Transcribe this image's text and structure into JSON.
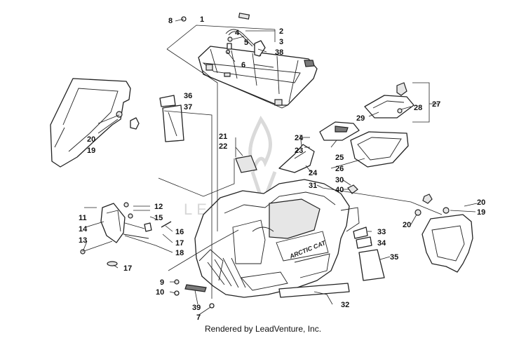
{
  "callouts": [
    "1",
    "2",
    "3",
    "4",
    "5",
    "6",
    "7",
    "8",
    "9",
    "10",
    "11",
    "12",
    "13",
    "14",
    "15",
    "16",
    "17",
    "18",
    "19",
    "20",
    "21",
    "22",
    "23",
    "24",
    "25",
    "26",
    "27",
    "28",
    "29",
    "30",
    "31",
    "32",
    "33",
    "34",
    "35",
    "36",
    "37",
    "38",
    "39",
    "40"
  ],
  "decal_text": "ARCTIC CAT",
  "watermark": "LEADVENTURE",
  "footer": "Rendered by LeadVenture, Inc.",
  "colors": {
    "line": "#222222",
    "shade": "#e6e6e6",
    "watermark": "#d7d7d7"
  }
}
